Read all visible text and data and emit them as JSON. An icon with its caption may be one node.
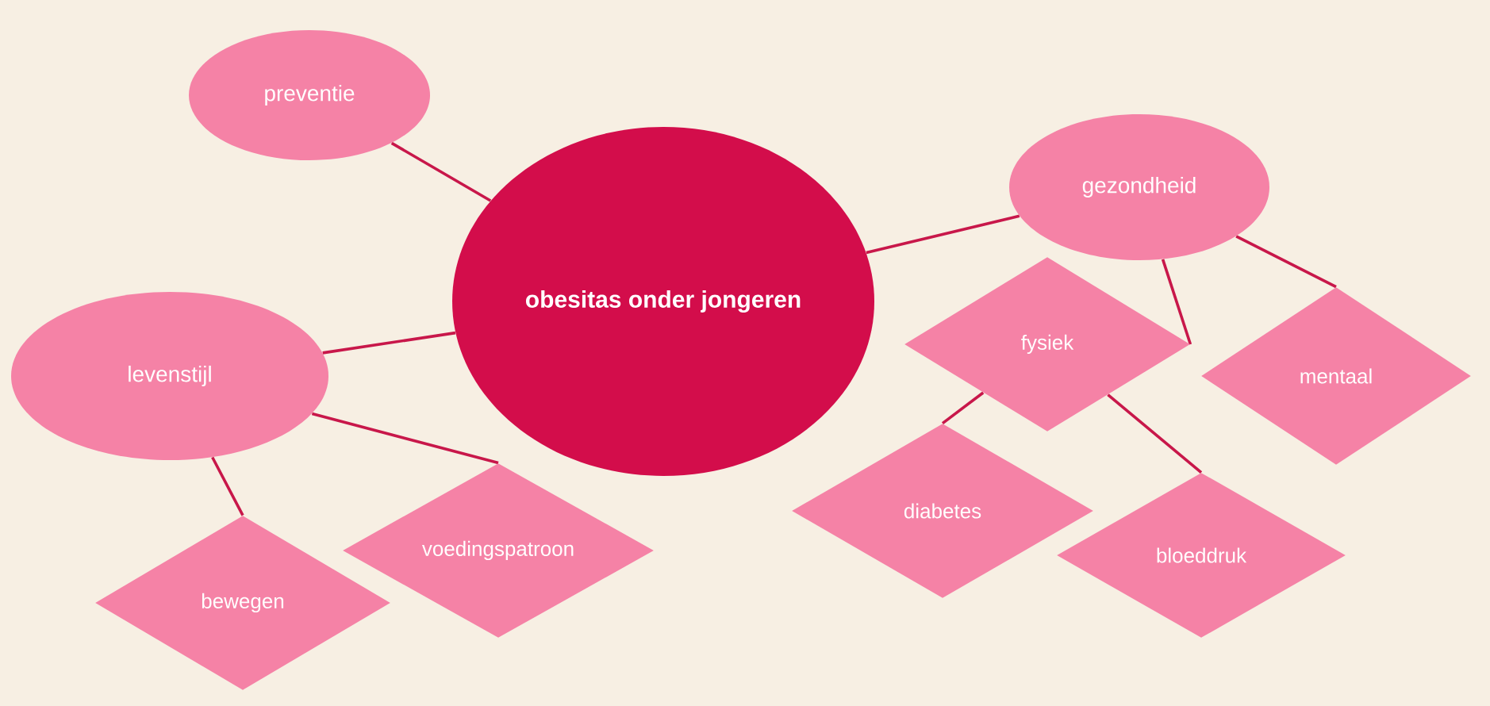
{
  "diagram": {
    "nodes": [
      {
        "text": [
          "obesitas onder jongeren"
        ]
      },
      {
        "text": [
          "preventie"
        ]
      },
      {
        "text": [
          "gezondheid"
        ]
      },
      {
        "text": [
          "levenstijl"
        ]
      },
      {
        "text": [
          "fysiek"
        ]
      },
      {
        "text": [
          "mentaal"
        ]
      },
      {
        "text": [
          "diabetes"
        ]
      },
      {
        "text": [
          "bloeddruk"
        ]
      },
      {
        "text": [
          "bewegen"
        ]
      },
      {
        "text": [
          "voedingspatroon"
        ]
      }
    ],
    "edges": [
      {
        "from": 0,
        "to": 1,
        "arrow": "none"
      },
      {
        "from": 0,
        "to": 2,
        "arrow": "none"
      },
      {
        "from": 0,
        "to": 3,
        "arrow": "none"
      },
      {
        "from": 3,
        "to": 9,
        "arrow": "none"
      },
      {
        "from": 3,
        "to": 8,
        "arrow": "none"
      },
      {
        "from": 2,
        "to": 4,
        "arrow": "none"
      },
      {
        "from": 2,
        "to": 5,
        "arrow": "none"
      },
      {
        "from": 4,
        "to": 6,
        "arrow": "none"
      },
      {
        "from": 4,
        "to": 7,
        "arrow": "none"
      }
    ]
  }
}
